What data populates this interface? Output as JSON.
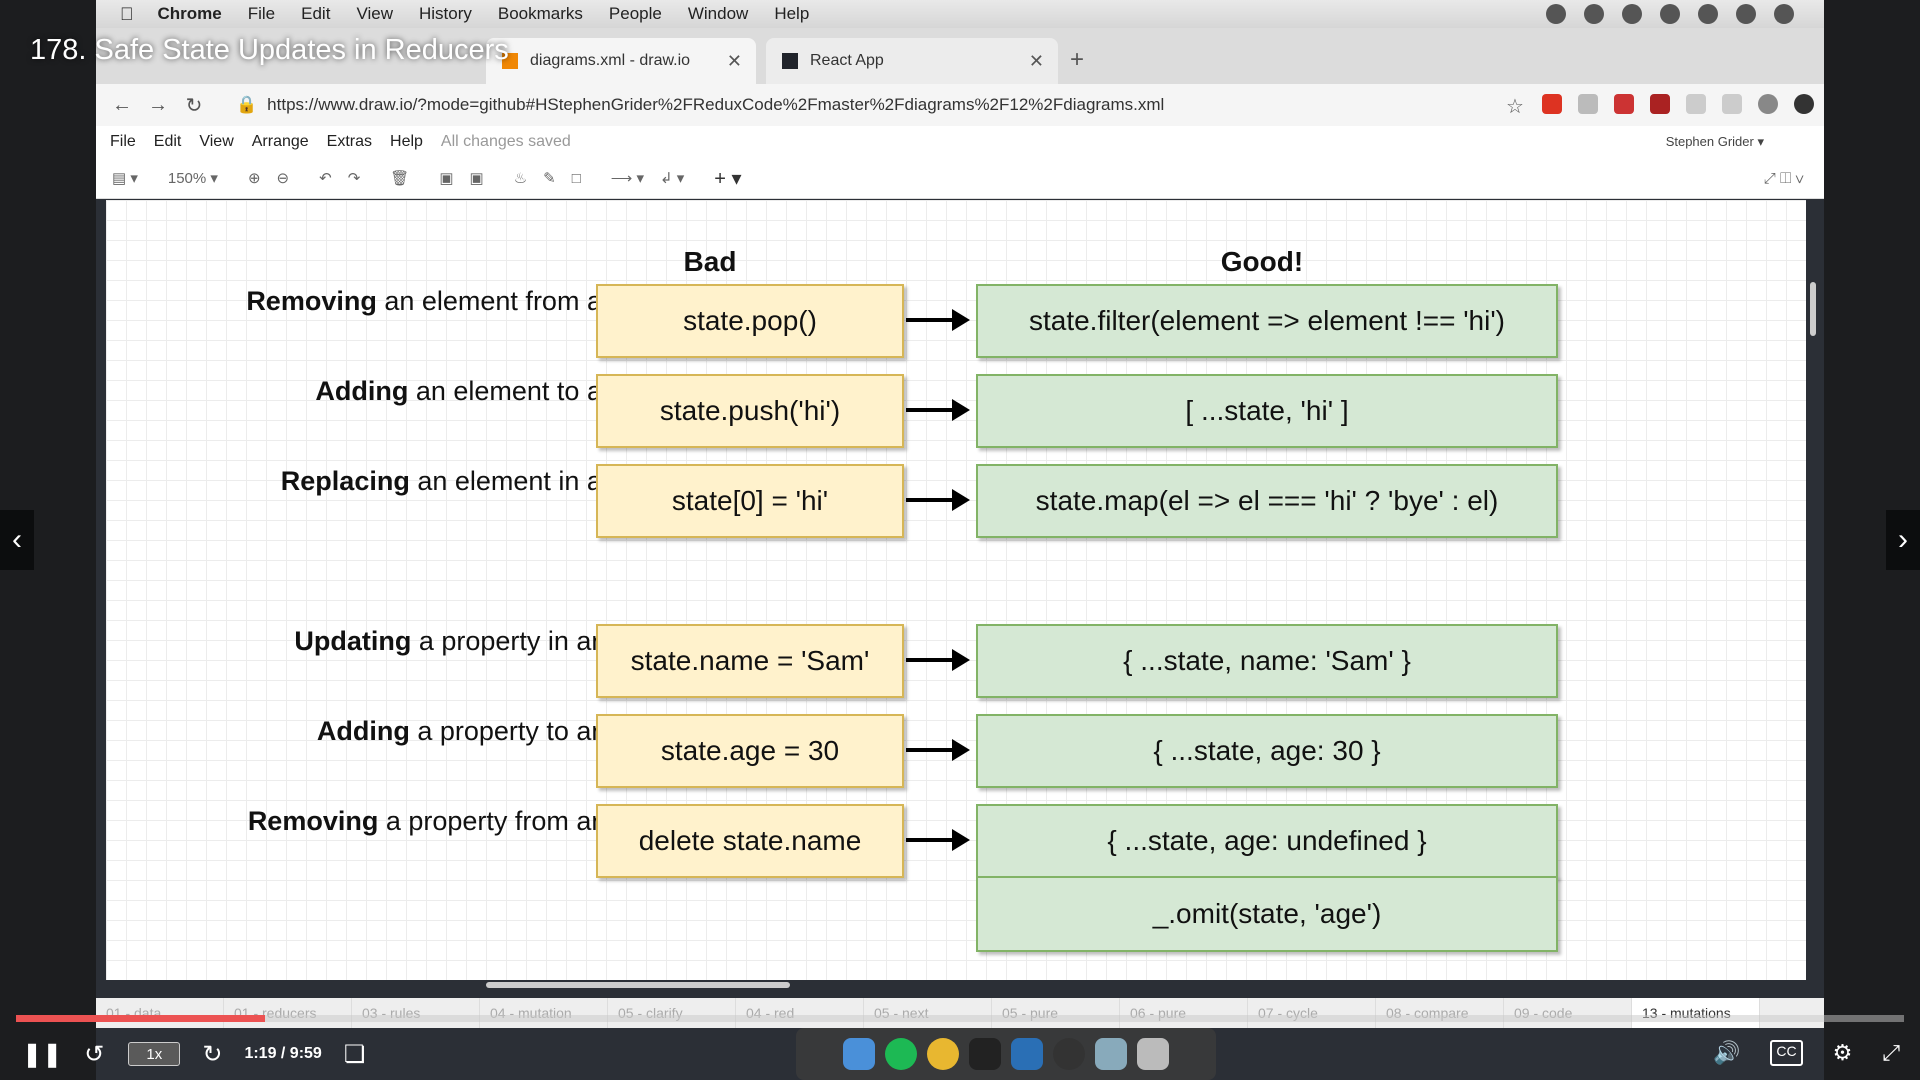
{
  "player": {
    "lecture_title": "178. Safe State Updates in Reducers",
    "time_display": "1:19 / 9:59",
    "speed": "1x",
    "progress_fraction": 0.132,
    "cc_label": "CC"
  },
  "mac_menubar": {
    "items": [
      "Chrome",
      "File",
      "Edit",
      "View",
      "History",
      "Bookmarks",
      "People",
      "Window",
      "Help"
    ]
  },
  "browser": {
    "tabs": [
      {
        "title": "diagrams.xml - draw.io",
        "favicon_color": "#f08705"
      },
      {
        "title": "React App",
        "favicon_color": "#20232a"
      }
    ],
    "url": "https://www.draw.io/?mode=github#HStephenGrider%2FReduxCode%2Fmaster%2Fdiagrams%2F12%2Fdiagrams.xml"
  },
  "drawio": {
    "menu": [
      "File",
      "Edit",
      "View",
      "Arrange",
      "Extras",
      "Help"
    ],
    "save_status": "All changes saved",
    "user": "Stephen Grider",
    "zoom": "150%",
    "page_tabs": [
      "01 - data",
      "01 - reducers",
      "03 - rules",
      "04 - mutation",
      "05 - clarify",
      "04 - red",
      "05 - next",
      "05 - pure",
      "06 - pure",
      "07 - cycle",
      "08 - compare",
      "09 - code",
      "13 - mutations"
    ],
    "active_page_tab": "13 - mutations"
  },
  "diagram": {
    "bad_header": "Bad",
    "good_header": "Good!",
    "rows": [
      {
        "label_bold": "Removing",
        "label_rest": " an element from an array",
        "bad": "state.pop()",
        "good": [
          "state.filter(element => element !== 'hi')"
        ]
      },
      {
        "label_bold": "Adding",
        "label_rest": " an element to an array",
        "bad": "state.push('hi')",
        "good": [
          "[ ...state, 'hi' ]"
        ]
      },
      {
        "label_bold": "Replacing",
        "label_rest": " an element in an array",
        "bad": "state[0] = 'hi'",
        "good": [
          "state.map(el => el === 'hi' ? 'bye' : el)"
        ]
      },
      {
        "label_bold": "Updating",
        "label_rest": " a property in an object",
        "bad": "state.name = 'Sam'",
        "good": [
          "{ ...state, name: 'Sam' }"
        ]
      },
      {
        "label_bold": "Adding",
        "label_rest": " a property to an object",
        "bad": "state.age = 30",
        "good": [
          "{ ...state, age: 30 }"
        ]
      },
      {
        "label_bold": "Removing",
        "label_rest": " a property from an object",
        "bad": "delete state.name",
        "good": [
          "{ ...state, age: undefined }",
          "_.omit(state, 'age')"
        ]
      }
    ],
    "colors": {
      "bad_fill": "#fff2cc",
      "bad_stroke": "#d6b656",
      "good_fill": "#d5e8d4",
      "good_stroke": "#82b366"
    }
  },
  "icons": [
    "apple-icon",
    "back-icon",
    "forward-icon",
    "reload-icon",
    "lock-icon",
    "star-icon",
    "pause-icon",
    "rewind-icon",
    "forward-5-icon",
    "bookmark-icon",
    "volume-icon",
    "settings-icon",
    "exit-fullscreen-icon",
    "chevron-left-icon",
    "chevron-right-icon"
  ]
}
